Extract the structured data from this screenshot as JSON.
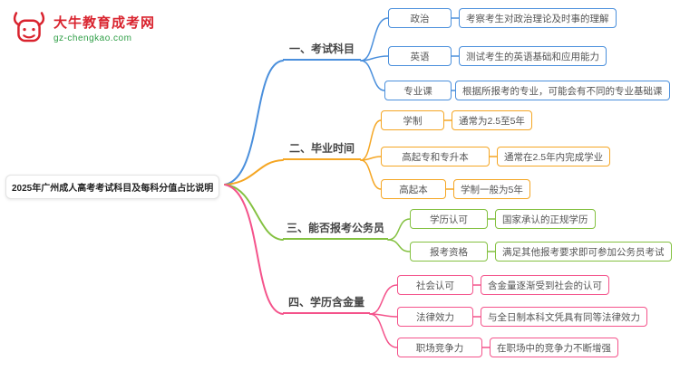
{
  "logo": {
    "title": "大牛教育成考网",
    "url": "gz-chengkao.com",
    "brand_color": "#d9232e",
    "url_color": "#2e9e46"
  },
  "root": {
    "title": "2025年广州成人高考考试科目及每科分值占比说明"
  },
  "branches": [
    {
      "label": "一、考试科目",
      "color": "#4a8fdc",
      "items": [
        {
          "label": "政治",
          "desc": "考察考生对政治理论及时事的理解"
        },
        {
          "label": "英语",
          "desc": "测试考生的英语基础和应用能力"
        },
        {
          "label": "专业课",
          "desc": "根据所报考的专业，可能会有不同的专业基础课"
        }
      ]
    },
    {
      "label": "二、毕业时间",
      "color": "#f5a623",
      "items": [
        {
          "label": "学制",
          "desc": "通常为2.5至5年"
        },
        {
          "label": "高起专和专升本",
          "desc": "通常在2.5年内完成学业"
        },
        {
          "label": "高起本",
          "desc": "学制一般为5年"
        }
      ]
    },
    {
      "label": "三、能否报考公务员",
      "color": "#84c141",
      "items": [
        {
          "label": "学历认可",
          "desc": "国家承认的正规学历"
        },
        {
          "label": "报考资格",
          "desc": "满足其他报考要求即可参加公务员考试"
        }
      ]
    },
    {
      "label": "四、学历含金量",
      "color": "#f4538b",
      "items": [
        {
          "label": "社会认可",
          "desc": "含金量逐渐受到社会的认可"
        },
        {
          "label": "法律效力",
          "desc": "与全日制本科文凭具有同等法律效力"
        },
        {
          "label": "职场竞争力",
          "desc": "在职场中的竞争力不断增强"
        }
      ]
    }
  ]
}
